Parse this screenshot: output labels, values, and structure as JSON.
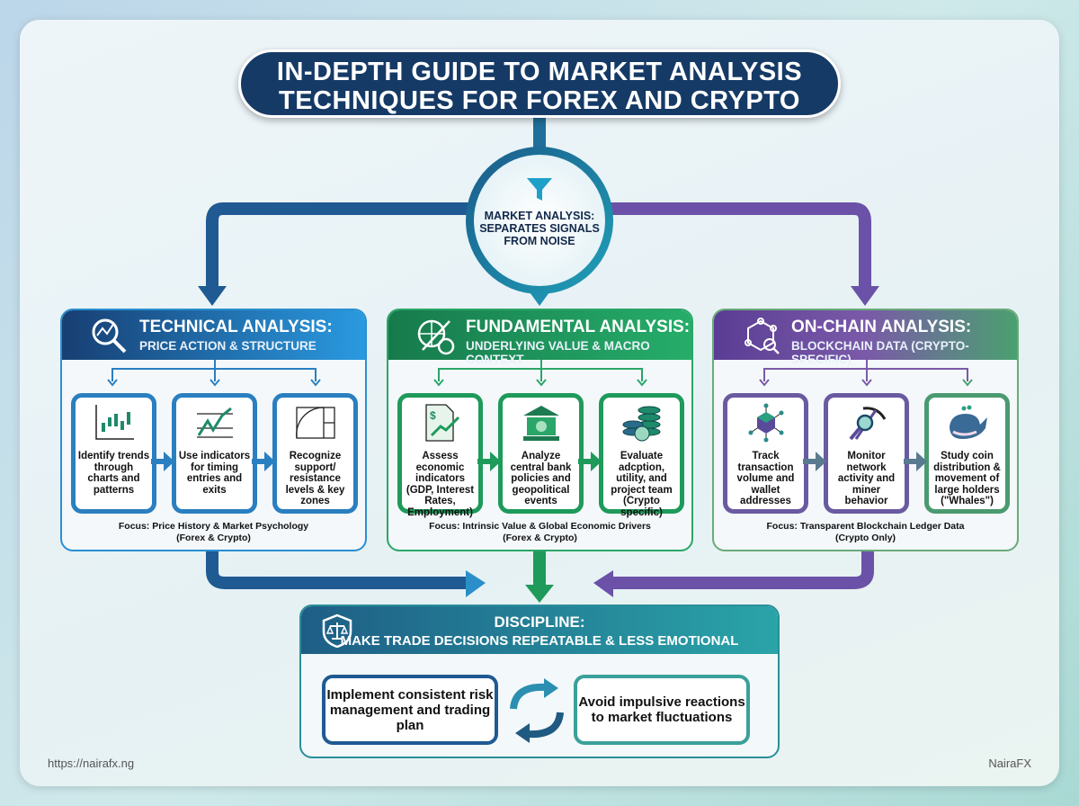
{
  "title": {
    "line1": "IN-DEPTH GUIDE TO MARKET ANALYSIS",
    "line2": "TECHNIQUES FOR FOREX AND CRYPTO"
  },
  "hub": {
    "icon": "funnel-icon",
    "line1": "MARKET ANALYSIS:",
    "line2": "SEPARATES SIGNALS",
    "line3": "FROM NOISE"
  },
  "panels": [
    {
      "title": "TECHNICAL ANALYSIS:",
      "subtitle": "PRICE ACTION & STRUCTURE",
      "color": "#1f5fa0",
      "icon": "chart-magnifier-icon",
      "cards": [
        {
          "icon": "candlestick-icon",
          "text": "Identify trends through charts and patterns"
        },
        {
          "icon": "indicator-trend-icon",
          "text": "Use indicators for timing entries and exits"
        },
        {
          "icon": "fibonacci-spiral-icon",
          "text": "Recognize support/ resistance levels & key zones"
        }
      ],
      "focus": "Focus: Price History & Market Psychology",
      "focus_scope": "(Forex & Crypto)"
    },
    {
      "title": "FUNDAMENTAL ANALYSIS:",
      "subtitle": "UNDERLYING VALUE & MACRO CONTEXT",
      "color": "#1e9a5a",
      "icon": "globe-growth-icon",
      "cards": [
        {
          "icon": "economic-report-icon",
          "text": "Assess economic indicators (GDP, Interest Rates, Employment)"
        },
        {
          "icon": "central-bank-icon",
          "text": "Analyze central bank policies and geopolitical events"
        },
        {
          "icon": "coin-stack-icon",
          "text": "Evaluate adcption, utility, and project team (Crypto specific)"
        }
      ],
      "focus": "Focus: Intrinsic Value & Global Economic Drivers",
      "focus_scope": "(Forex & Crypto)"
    },
    {
      "title": "ON-CHAIN ANALYSIS:",
      "subtitle": "BLOCKCHAIN DATA (CRYPTO-SPECIFIC)",
      "color": "#6b4aa0",
      "icon": "blockchain-search-icon",
      "cards": [
        {
          "icon": "network-cube-icon",
          "text": "Track transaction volume and wallet addresses"
        },
        {
          "icon": "mining-pickaxe-icon",
          "text": "Monitor network activity and miner behavior"
        },
        {
          "icon": "whale-icon",
          "text": "Study coin distribution & movement of large holders (\"Whales\")"
        }
      ],
      "focus": "Focus: Transparent Blockchain Ledger Data",
      "focus_scope": "(Crypto Only)"
    }
  ],
  "discipline": {
    "title": "DISCIPLINE:",
    "subtitle": "MAKE TRADE DECISIONS REPEATABLE & LESS EMOTIONAL",
    "icon": "scales-shield-icon",
    "cards": [
      {
        "text": "Implement consistent risk management and trading plan"
      },
      {
        "text": "Avoid impulsive reactions to market fluctuations"
      }
    ],
    "cycle_icon": "cycle-arrows-icon"
  },
  "footer": {
    "url": "https://nairafx.ng",
    "brand": "NairaFX"
  }
}
